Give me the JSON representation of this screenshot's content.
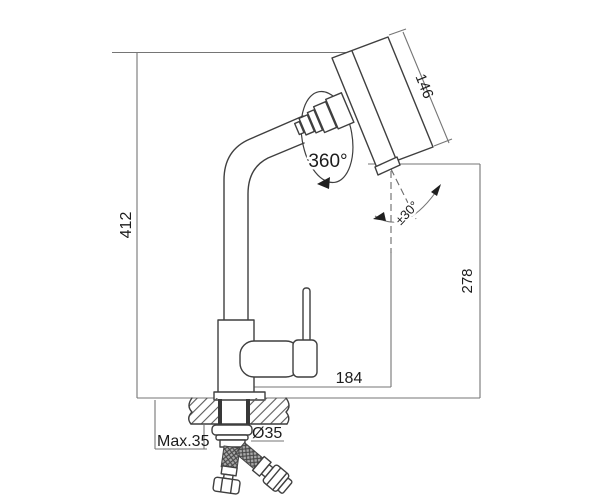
{
  "drawing": {
    "title": "faucet-installation-technical-drawing",
    "background": "#ffffff",
    "outline_color": "#3f3f3f",
    "dimension_line_color": "#757575",
    "text_color": "#1c1c1c",
    "labels": {
      "overall_height": "412",
      "spray_head_length": "146",
      "swivel_rotation": "360°",
      "spray_tilt_range": "±30°",
      "outlet_height": "278",
      "spout_reach": "184",
      "max_mount_thickness": "Max.35",
      "mount_hole_diameter": "Ø35"
    }
  }
}
